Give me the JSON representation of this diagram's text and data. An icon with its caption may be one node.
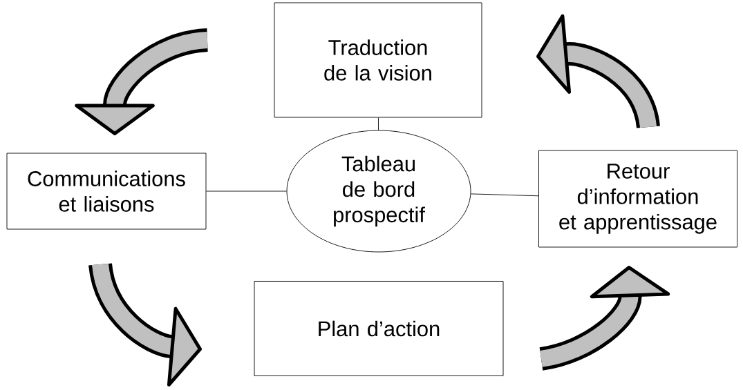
{
  "diagram": {
    "nodes": [
      {
        "text": [
          "Traduction de la vision"
        ]
      },
      {
        "text": [
          "Communications et liaisons"
        ]
      },
      {
        "text": [
          "Tableau de bord prospectif"
        ]
      },
      {
        "text": [
          "Retour d’information et apprentissage"
        ]
      },
      {
        "text": [
          "Plan d’action"
        ]
      }
    ],
    "edges": [
      {
        "from": 0,
        "to": 2,
        "arrow": "none"
      },
      {
        "from": 1,
        "to": 2,
        "arrow": "none"
      },
      {
        "from": 2,
        "to": 3,
        "arrow": "none"
      }
    ]
  }
}
